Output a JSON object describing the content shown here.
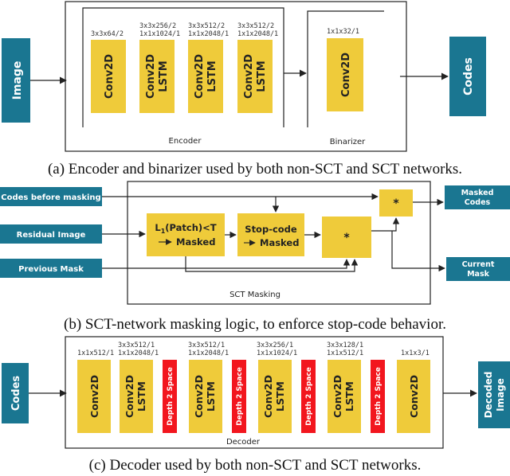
{
  "colors": {
    "teal": "#1a7691",
    "yellow": "#efcb3a",
    "red": "#f2161e",
    "line": "#222222"
  },
  "panel_a": {
    "input": "Image",
    "output": "Codes",
    "conv1": {
      "label": "Conv2D",
      "spec": "3x3x64/2"
    },
    "lstm1": {
      "label1": "Conv2D",
      "label2": "LSTM",
      "spec1": "3x3x256/2",
      "spec2": "1x1x1024/1"
    },
    "lstm2": {
      "label1": "Conv2D",
      "label2": "LSTM",
      "spec1": "3x3x512/2",
      "spec2": "1x1x2048/1"
    },
    "lstm3": {
      "label1": "Conv2D",
      "label2": "LSTM",
      "spec1": "3x3x512/2",
      "spec2": "1x1x2048/1"
    },
    "binarizer_conv": {
      "label": "Conv2D",
      "spec": "1x1x32/1"
    },
    "encoder_label": "Encoder",
    "binarizer_label": "Binarizer",
    "caption": "(a) Encoder and binarizer used by both non-SCT and SCT networks."
  },
  "panel_b": {
    "in_codes": "Codes before masking",
    "in_residual": "Residual Image",
    "in_prevmask": "Previous Mask",
    "l1_box": {
      "line1_pre": "L",
      "line1_sub": "1",
      "line1_post": "(Patch)<T",
      "line2": "Masked"
    },
    "stop_box": {
      "line1": "Stop-code",
      "line2": "Masked"
    },
    "mult": "*",
    "out_masked": {
      "line1": "Masked",
      "line2": "Codes"
    },
    "out_current": {
      "line1": "Current",
      "line2": "Mask"
    },
    "group_label": "SCT Masking",
    "caption": "(b) SCT-network masking logic, to enforce stop-code behavior."
  },
  "panel_c": {
    "input": "Codes",
    "output": {
      "line1": "Decoded",
      "line2": "Image"
    },
    "conv1": {
      "label": "Conv2D",
      "spec": "1x1x512/1"
    },
    "lstm1": {
      "label1": "Conv2D",
      "label2": "LSTM",
      "spec1": "3x3x512/1",
      "spec2": "1x1x2048/1"
    },
    "lstm2": {
      "label1": "Conv2D",
      "label2": "LSTM",
      "spec1": "3x3x512/1",
      "spec2": "1x1x2048/1"
    },
    "lstm3": {
      "label1": "Conv2D",
      "label2": "LSTM",
      "spec1": "3x3x256/1",
      "spec2": "1x1x1024/1"
    },
    "lstm4": {
      "label1": "Conv2D",
      "label2": "LSTM",
      "spec1": "3x3x128/1",
      "spec2": "1x1x512/1"
    },
    "conv_out": {
      "label": "Conv2D",
      "spec": "1x1x3/1"
    },
    "d2s": "Depth 2 Space",
    "decoder_label": "Decoder",
    "caption": "(c) Decoder used by both non-SCT and SCT networks."
  }
}
